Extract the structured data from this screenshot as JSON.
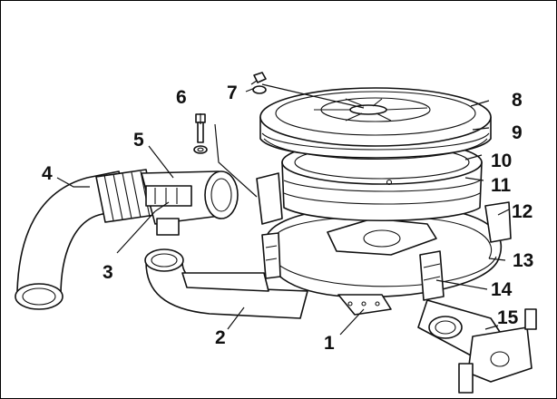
{
  "diagram": {
    "callouts": [
      {
        "id": "1",
        "text": "1"
      },
      {
        "id": "2",
        "text": "2"
      },
      {
        "id": "3",
        "text": "3"
      },
      {
        "id": "4",
        "text": "4"
      },
      {
        "id": "5",
        "text": "5"
      },
      {
        "id": "6",
        "text": "6"
      },
      {
        "id": "7",
        "text": "7"
      },
      {
        "id": "8",
        "text": "8"
      },
      {
        "id": "9",
        "text": "9"
      },
      {
        "id": "10",
        "text": "10"
      },
      {
        "id": "11",
        "text": "11"
      },
      {
        "id": "12",
        "text": "12"
      },
      {
        "id": "13",
        "text": "13"
      },
      {
        "id": "14",
        "text": "14"
      },
      {
        "id": "15",
        "text": "15"
      }
    ],
    "colors": {
      "ink": "#111111",
      "paper": "#ffffff"
    }
  }
}
